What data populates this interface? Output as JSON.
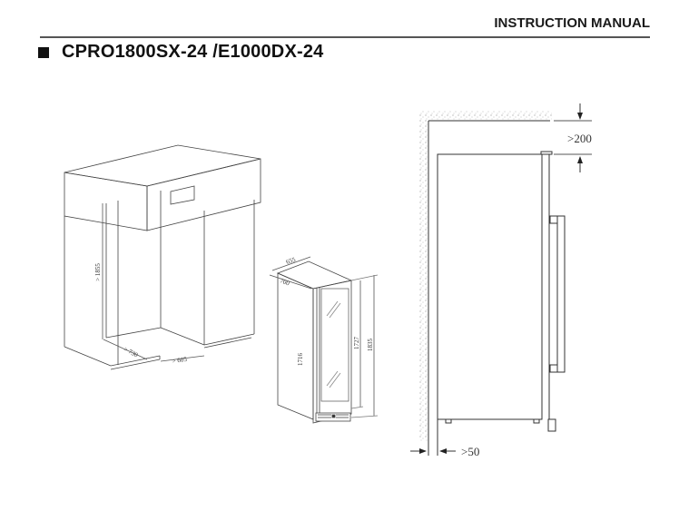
{
  "header": {
    "title": "INSTRUCTION MANUAL"
  },
  "model": {
    "title": "CPRO1800SX-24 /E1000DX-24"
  },
  "figures": {
    "cabinet_niche": {
      "height_label": "> 1855",
      "depth_label": "> 730",
      "width_label": "> 605"
    },
    "unit_isometric": {
      "width_label": "655",
      "depth_label": "700",
      "side_height_label": "1716",
      "door_height_label": "1727",
      "total_height_label": "1835"
    },
    "side_clearance": {
      "top_clearance_label": ">200",
      "rear_clearance_label": ">50"
    }
  },
  "colors": {
    "line": "#333333",
    "header_rule": "#555555",
    "wall_hatch": "#b0b0b0"
  }
}
